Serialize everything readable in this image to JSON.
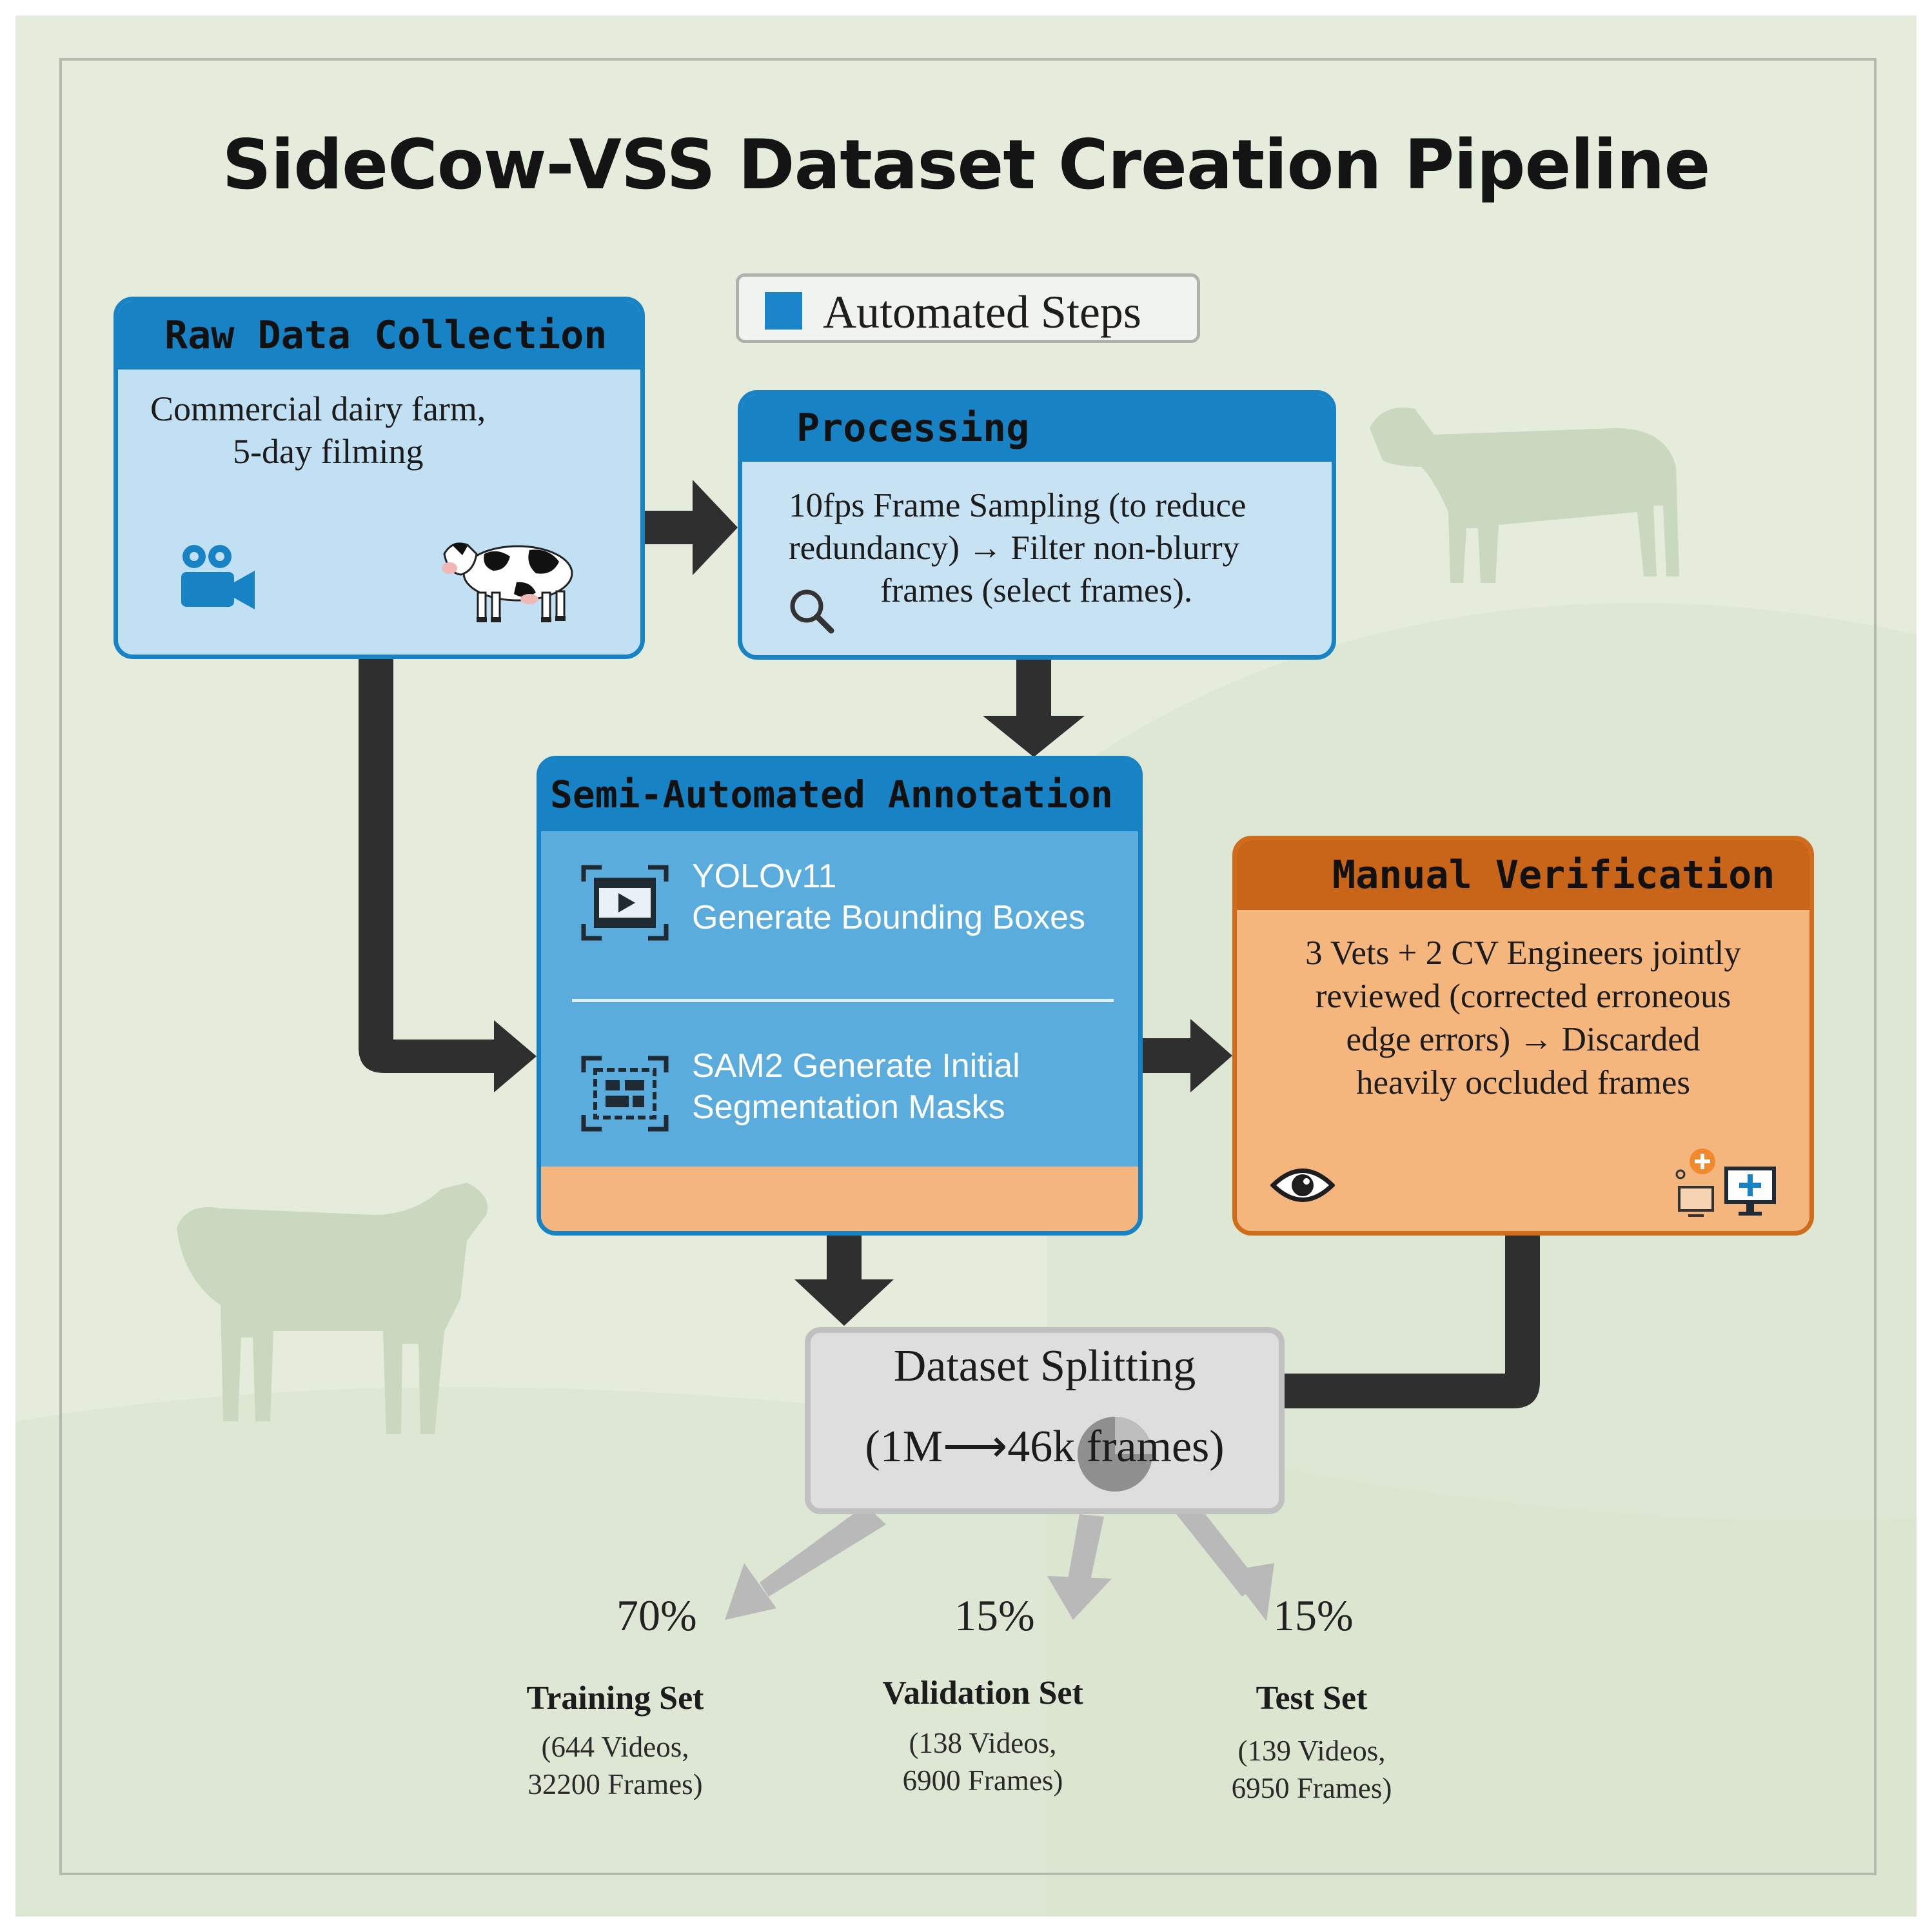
{
  "title": "SideCow-VSS Dataset Creation Pipeline",
  "legend": {
    "label": "Automated Steps",
    "color": "#1a86c9"
  },
  "raw_data": {
    "header": "Raw Data Collection",
    "lines": [
      "Commercial dairy farm,",
      "5-day filming"
    ],
    "icons": [
      "video-camera-icon",
      "cow-icon"
    ]
  },
  "processing": {
    "header": "Processing",
    "lines": [
      "10fps Frame Sampling (to reduce",
      "redundancy) → Filter non-blurry",
      "frames (select frames)."
    ],
    "icons": [
      "magnifier-icon"
    ]
  },
  "semi_auto": {
    "header": "Semi-Automated Annotation",
    "yolo": {
      "line1": "YOLOv11",
      "line2": "Generate Bounding Boxes"
    },
    "sam": {
      "line1": "SAM2 Generate Initial",
      "line2": "Segmentation Masks"
    },
    "icons": [
      "video-frame-icon",
      "segmentation-icon"
    ]
  },
  "manual": {
    "header": "Manual Verification",
    "lines": [
      "3 Vets + 2 CV Engineers jointly",
      "reviewed (corrected erroneous",
      "edge errors) → Discarded",
      "heavily occluded frames"
    ],
    "icons": [
      "eye-icon",
      "review-monitors-icon"
    ]
  },
  "splitting": {
    "title": "Dataset Splitting",
    "subtitle": "(1M⟶46k frames)"
  },
  "splits": [
    {
      "percent": "70%",
      "name": "Training Set",
      "info1": "(644 Videos,",
      "info2": "32200 Frames)"
    },
    {
      "percent": "15%",
      "name": "Validation Set",
      "info1": "(138 Videos,",
      "info2": "6900 Frames)"
    },
    {
      "percent": "15%",
      "name": "Test Set",
      "info1": "(139 Videos,",
      "info2": "6950 Frames)"
    }
  ],
  "colors": {
    "automated_blue": "#1783c5",
    "manual_orange": "#c96519",
    "arrow": "#2f2f2f",
    "background": "#e5ecdc"
  }
}
